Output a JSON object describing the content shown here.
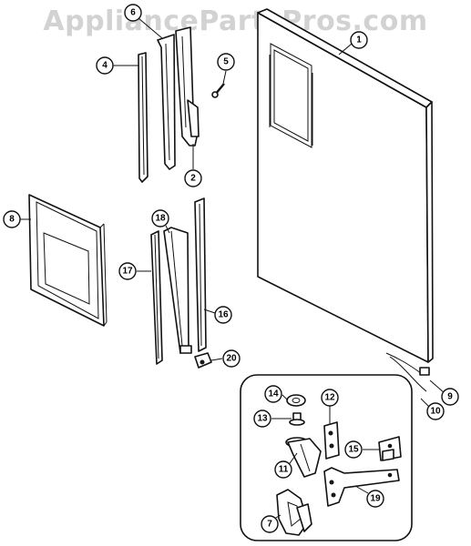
{
  "watermark": "AppliancePartsPros.com",
  "callouts": [
    {
      "id": "1",
      "label": "1"
    },
    {
      "id": "2",
      "label": "2"
    },
    {
      "id": "4",
      "label": "4"
    },
    {
      "id": "5",
      "label": "5"
    },
    {
      "id": "6",
      "label": "6"
    },
    {
      "id": "7",
      "label": "7"
    },
    {
      "id": "8",
      "label": "8"
    },
    {
      "id": "9",
      "label": "9"
    },
    {
      "id": "10",
      "label": "10"
    },
    {
      "id": "11",
      "label": "11"
    },
    {
      "id": "12",
      "label": "12"
    },
    {
      "id": "13",
      "label": "13"
    },
    {
      "id": "14",
      "label": "14"
    },
    {
      "id": "15",
      "label": "15"
    },
    {
      "id": "16",
      "label": "16"
    },
    {
      "id": "17",
      "label": "17"
    },
    {
      "id": "18",
      "label": "18"
    },
    {
      "id": "19",
      "label": "19"
    },
    {
      "id": "20",
      "label": "20"
    }
  ]
}
